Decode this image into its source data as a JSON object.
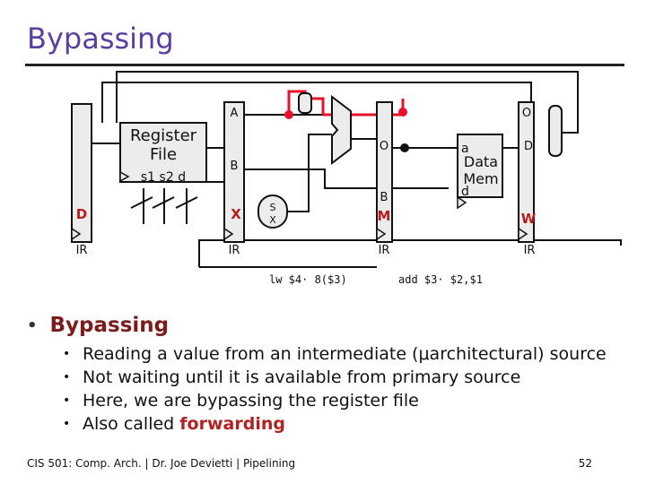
{
  "slide": {
    "title": "Bypassing",
    "page_number": "52",
    "footer": "CIS 501: Comp. Arch.  |  Dr. Joe Devietti  |  Pipelining"
  },
  "diagram": {
    "regfile_line1": "Register",
    "regfile_line2": "File",
    "regfile_ports": "s1 s2  d",
    "stage_D": "D",
    "stage_X": "X",
    "stage_M": "M",
    "stage_W": "W",
    "ir": "IR",
    "latch_A": "A",
    "latch_B_x": "B",
    "latch_O_top": "O",
    "latch_O_mid": "O",
    "latch_B_m": "B",
    "latch_D": "D",
    "mem_a": "a",
    "mem_data": "Data",
    "mem_mem": "Mem",
    "mem_d": "d",
    "sx_s": "S",
    "sx_x": "X",
    "instr_lw": "lw $4­· 8($3)",
    "instr_add": "add $3­· $2,$1",
    "colors": {
      "bypass": "#e8102a",
      "stage_label": "#b71c1c",
      "latch_fill": "#ececec",
      "mux_fill": "#ececec"
    }
  },
  "content": {
    "heading": "Bypassing",
    "bullets": [
      "Reading a value from an intermediate (μarchitectural) source",
      "Not waiting until it is available from primary source",
      "Here, we are bypassing the register file"
    ],
    "last_bullet_prefix": "Also called ",
    "last_bullet_highlight": "forwarding"
  }
}
